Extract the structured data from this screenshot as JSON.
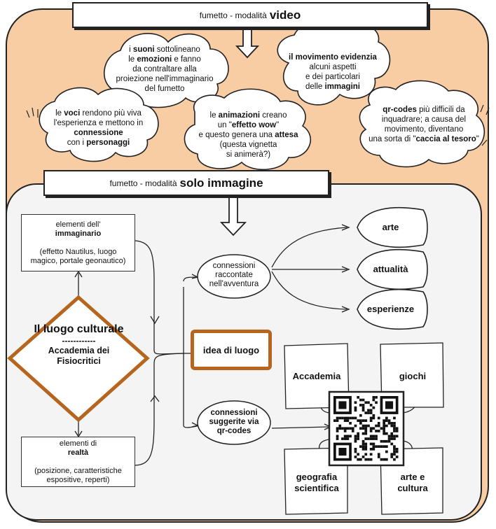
{
  "video": {
    "title_prefix": "fumetto - modalità",
    "title_bold": "video",
    "bubbles": {
      "suoni": [
        "i ",
        {
          "b": "suoni"
        },
        " sottolineano",
        "\n",
        "le ",
        {
          "b": "emozioni"
        },
        " e fanno",
        "\n",
        "da contraltare alla",
        "\n",
        "proiezione nell'immaginario",
        "\n",
        "del fumetto"
      ],
      "movimento": [
        {
          "b": "il movimento evidenzia"
        },
        "\n",
        "alcuni aspetti",
        "\n",
        "e dei particolari",
        "\n",
        "delle ",
        {
          "b": "immagini"
        }
      ],
      "voci": [
        "le ",
        {
          "b": "voci"
        },
        " rendono più viva",
        "\n",
        "l'esperienza e mettono in",
        "\n",
        {
          "b": "connessione"
        },
        "\n",
        "con i ",
        {
          "b": "personaggi"
        }
      ],
      "animazioni": [
        "le ",
        {
          "b": "animazioni"
        },
        " creano",
        "\n",
        "un \"",
        {
          "b": "effetto wow"
        },
        "\"",
        "\n",
        "e questo genera una ",
        {
          "b": "attesa"
        },
        "\n",
        "(questa vignetta",
        "\n",
        "si animerà?)"
      ],
      "qrcodes": [
        {
          "b": "qr-codes"
        },
        " più difficili da",
        "\n",
        "inquadrare; a causa del",
        "\n",
        "movimento, diventano",
        "\n",
        "una sorta di \"",
        {
          "b": "caccia al tesoro"
        },
        "\""
      ]
    }
  },
  "image": {
    "title_prefix": "fumetto - modalità",
    "title_bold": "solo immagine",
    "immaginario": [
      "elementi dell'",
      {
        "b": "immaginario"
      },
      "\n",
      "(effetto Nautilus, luogo",
      "\n",
      "magico, portale geonautico)"
    ],
    "realta": [
      "elementi di ",
      {
        "b": "realtà"
      },
      "\n",
      "(posizione, caratteristiche",
      "\n",
      "espositive, reperti)"
    ],
    "diamond_title": "Il luogo culturale",
    "diamond_sep": "------------",
    "diamond_sub": "Accademia dei Fisiocritici",
    "connessioni_raccontate": "connessioni raccontate nell'avventura",
    "idea_di_luogo": "idea di luogo",
    "connessioni_suggerite": "connessioni suggerite via qr-codes",
    "petals": [
      "arte",
      "attualità",
      "esperienze"
    ],
    "cards": {
      "accademia": "Accademia",
      "giochi": "giochi",
      "geografia": "geografia scientifica",
      "arte_cultura": "arte e cultura"
    }
  },
  "colors": {
    "video_bg": "#f8cda4",
    "image_bg": "#f4f4f4",
    "accent": "#b5651d"
  }
}
